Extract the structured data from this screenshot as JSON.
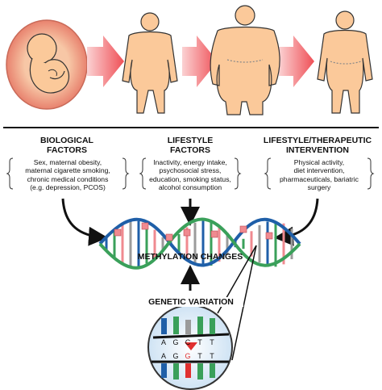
{
  "factors": [
    {
      "title": "BIOLOGICAL\nFACTORS",
      "description": "Sex, maternal obesity,\nmaternal cigarette smoking,\nchronic medical conditions\n(e.g. depression, PCOS)"
    },
    {
      "title": "LIFESTYLE\nFACTORS",
      "description": "Inactivity, energy intake,\npsychosocial stress,\neducation, smoking status,\nalcohol consumption"
    },
    {
      "title": "LIFESTYLE/THERAPEUTIC\nINTERVENTION",
      "description": "Physical activity,\ndiet intervention,\npharmaceuticals, bariatric\nsurgery"
    }
  ],
  "center": {
    "label": "METHYLATION CHANGES"
  },
  "genetic": {
    "label": "GENETIC VARIATION",
    "top_bases": [
      "A",
      "G",
      "C",
      "T",
      "T"
    ],
    "bottom_bases": [
      "A",
      "G",
      "G",
      "T",
      "T"
    ],
    "variant_index": 2
  },
  "colors": {
    "skin": "#fbc99a",
    "skin_outline": "#333333",
    "arrow": "#ef4f56",
    "womb": "#e8826e",
    "helix_blue": "#1f5fa8",
    "helix_green": "#3aa05a",
    "methyl_pink": "#f08a90",
    "variant_red": "#e03030"
  }
}
